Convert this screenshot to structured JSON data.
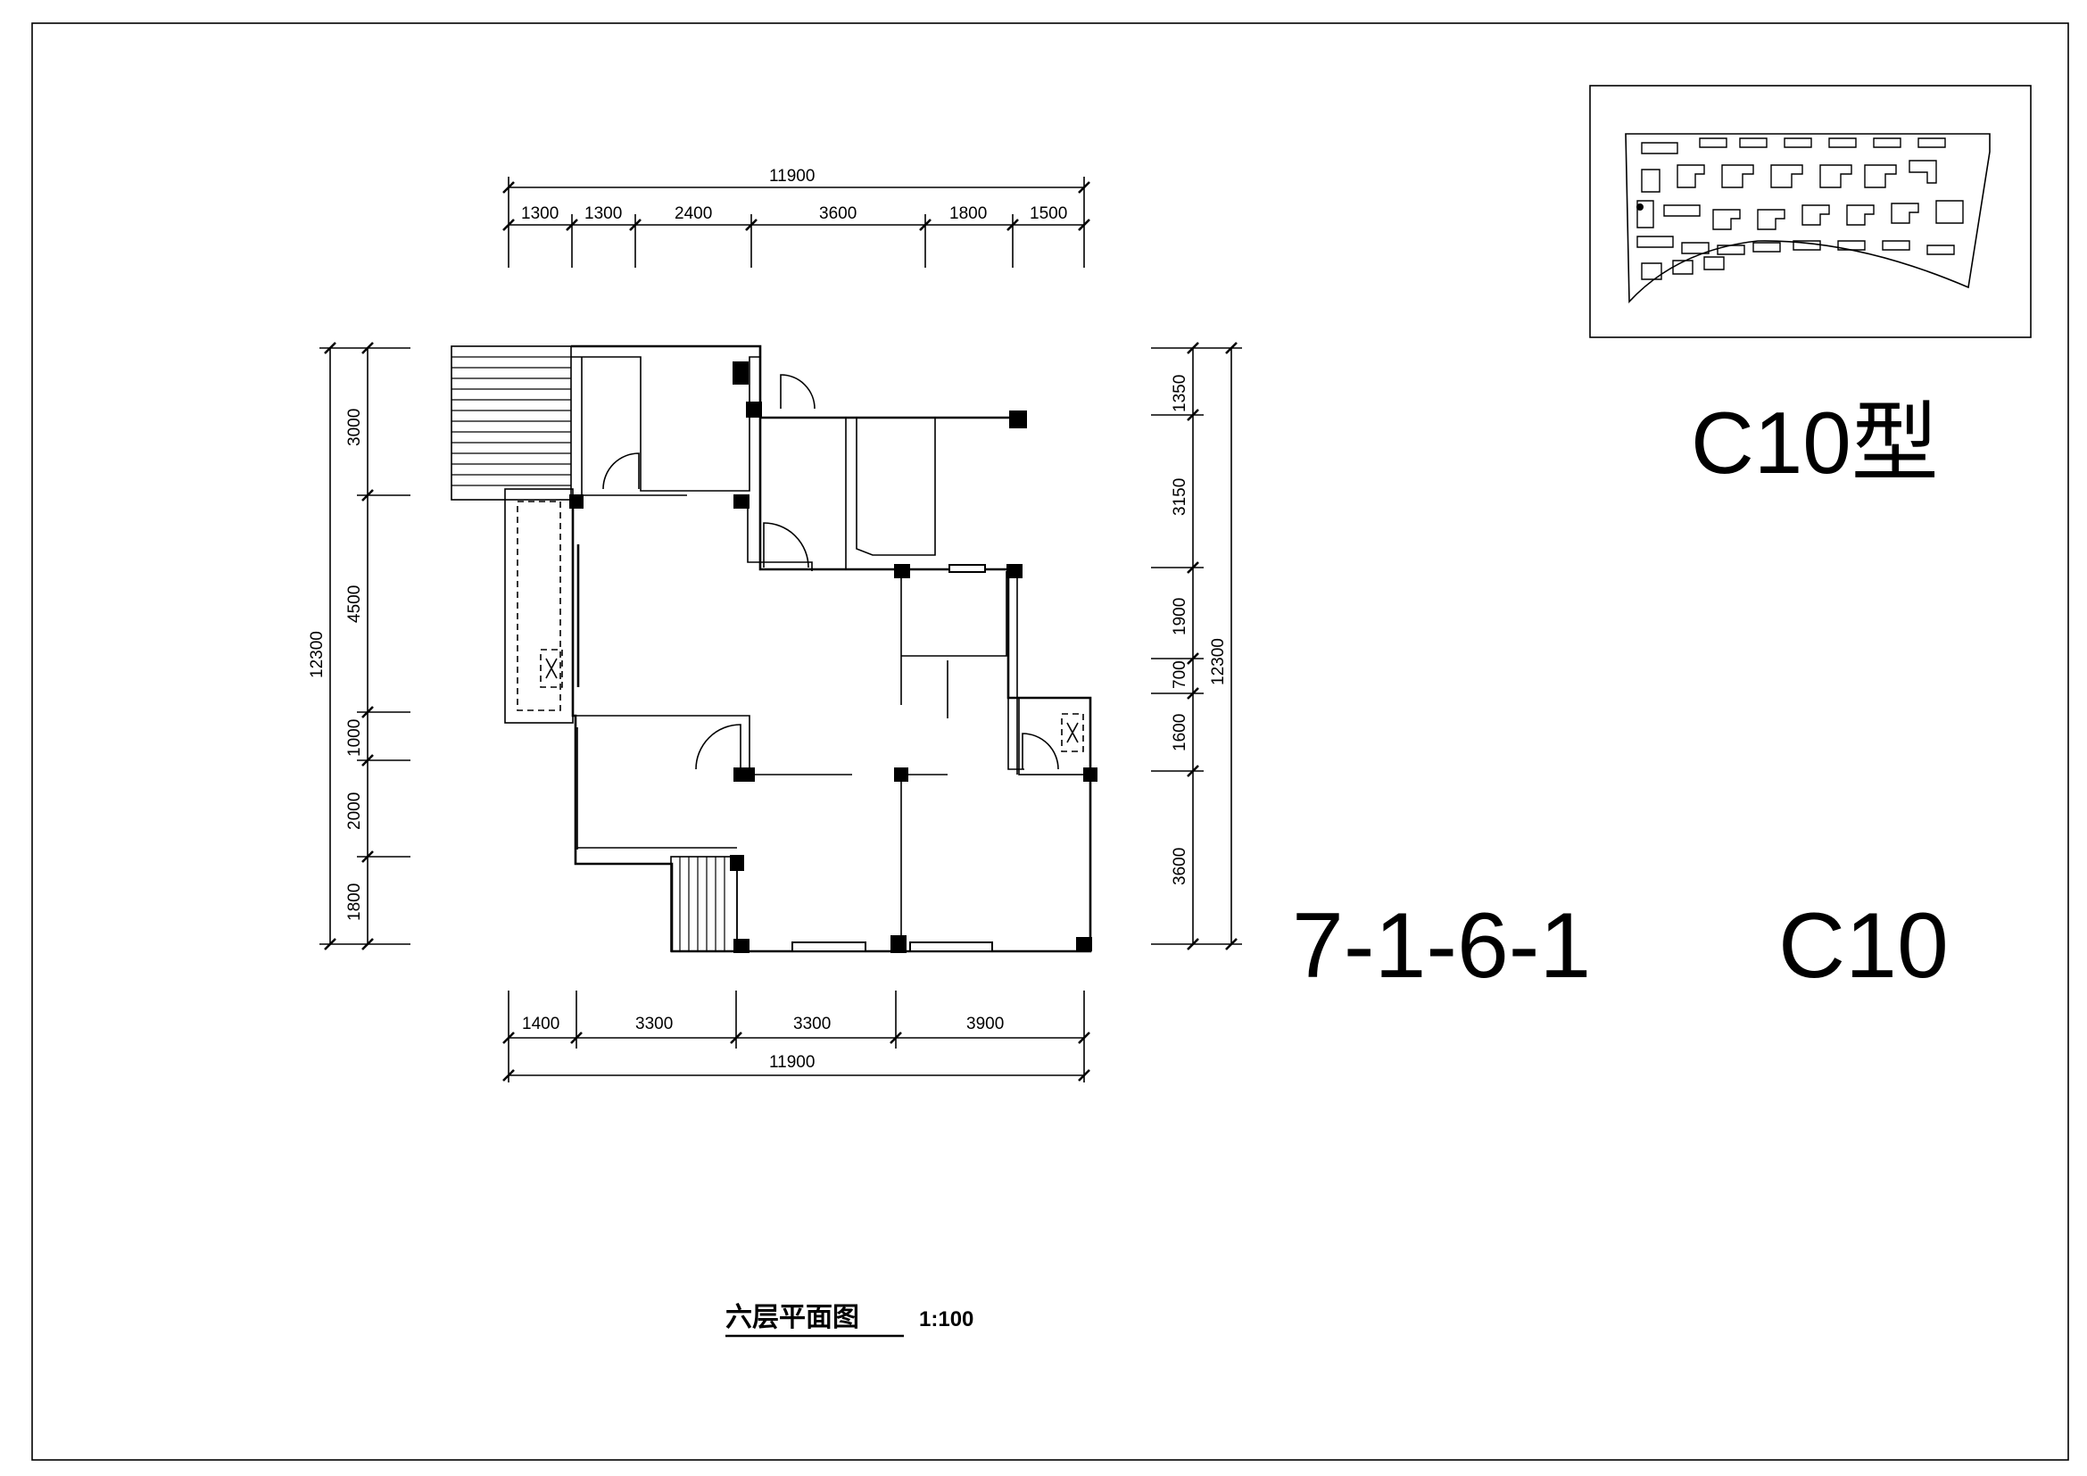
{
  "sheet": {
    "type_label": "C10型",
    "unit_code": "7-1-6-1",
    "unit_type": "C10",
    "plan_title": "六层平面图",
    "plan_scale": "1:100"
  },
  "dimensions": {
    "top_total": "11900",
    "top_segments": [
      "1300",
      "1300",
      "2400",
      "3600",
      "1800",
      "1500"
    ],
    "bottom_segments": [
      "1400",
      "3300",
      "3300",
      "3900"
    ],
    "bottom_total": "11900",
    "left_total": "12300",
    "left_segments": [
      "3000",
      "4500",
      "1000",
      "2000",
      "1800"
    ],
    "right_total": "12300",
    "right_segments": [
      "1350",
      "3150",
      "1900",
      "700",
      "1600",
      "3600"
    ]
  },
  "colors": {
    "ink": "#000000",
    "paper": "#ffffff"
  }
}
